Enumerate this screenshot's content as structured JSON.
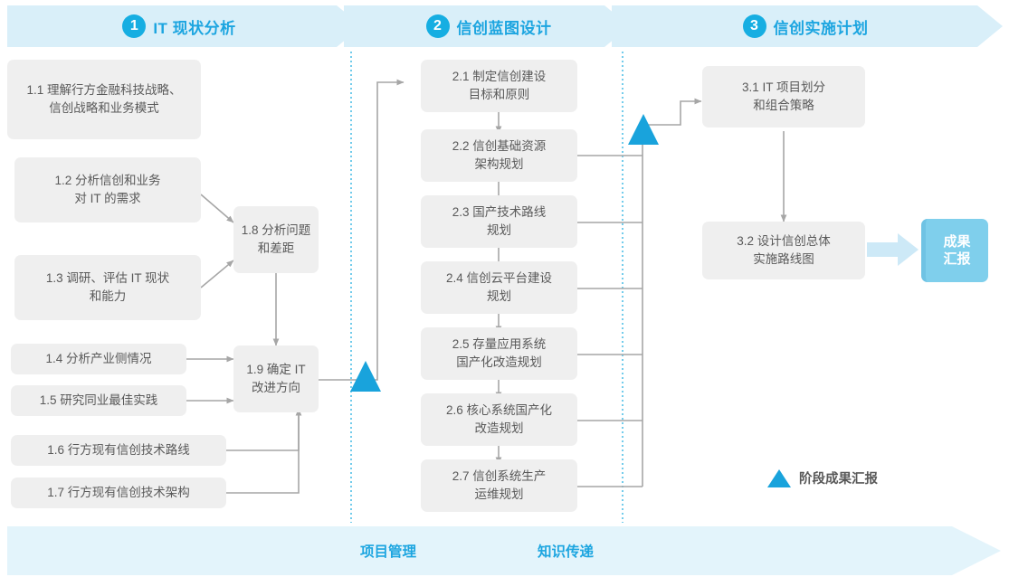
{
  "phases": [
    {
      "num": "1",
      "label": "IT 现状分析"
    },
    {
      "num": "2",
      "label": "信创蓝图设计"
    },
    {
      "num": "3",
      "label": "信创实施计划"
    }
  ],
  "colors": {
    "accent": "#1CA5E0",
    "phase_band": "#D9EFF9",
    "box_bg": "#EFEFEF",
    "box_text": "#595959",
    "connector": "#A6A6A6",
    "badge_bg": "#7FCFEC",
    "milestone": "#19A3DC",
    "bottom_band": "#E3F4FB",
    "divider": "#5BC4E8"
  },
  "phase1_boxes": [
    {
      "id": "1.1",
      "text": "1.1 理解行方金融科技战略、\n信创战略和业务模式"
    },
    {
      "id": "1.2",
      "text": "1.2 分析信创和业务\n对 IT 的需求"
    },
    {
      "id": "1.3",
      "text": "1.3 调研、评估 IT 现状\n和能力"
    },
    {
      "id": "1.4",
      "text": "1.4 分析产业侧情况"
    },
    {
      "id": "1.5",
      "text": "1.5 研究同业最佳实践"
    },
    {
      "id": "1.6",
      "text": "1.6 行方现有信创技术路线"
    },
    {
      "id": "1.7",
      "text": "1.7 行方现有信创技术架构"
    },
    {
      "id": "1.8",
      "text": "1.8 分析问题\n和差距"
    },
    {
      "id": "1.9",
      "text": "1.9 确定 IT\n改进方向"
    }
  ],
  "phase2_boxes": [
    {
      "id": "2.1",
      "text": "2.1 制定信创建设\n目标和原则"
    },
    {
      "id": "2.2",
      "text": "2.2 信创基础资源\n架构规划"
    },
    {
      "id": "2.3",
      "text": "2.3 国产技术路线\n规划"
    },
    {
      "id": "2.4",
      "text": "2.4 信创云平台建设\n规划"
    },
    {
      "id": "2.5",
      "text": "2.5 存量应用系统\n国产化改造规划"
    },
    {
      "id": "2.6",
      "text": "2.6 核心系统国产化\n改造规划"
    },
    {
      "id": "2.7",
      "text": "2.7 信创系统生产\n运维规划"
    }
  ],
  "phase3_boxes": [
    {
      "id": "3.1",
      "text": "3.1 IT 项目划分\n和组合策略"
    },
    {
      "id": "3.2",
      "text": "3.2 设计信创总体\n实施路线图"
    }
  ],
  "result_badge": {
    "text": "成果\n汇报"
  },
  "legend": {
    "text": "阶段成果汇报",
    "marker": "triangle-milestone-icon"
  },
  "bottom_band": {
    "labels": [
      "项目管理",
      "知识传递"
    ]
  }
}
